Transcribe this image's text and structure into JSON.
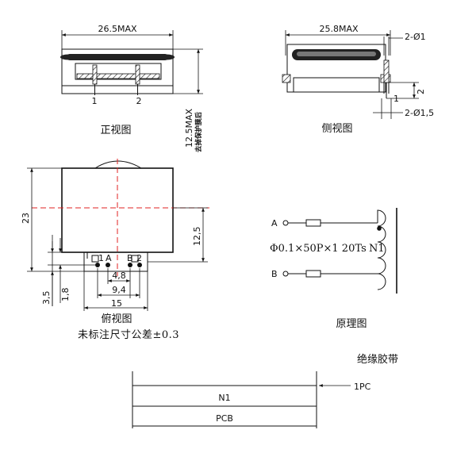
{
  "front_view": {
    "width_dim": "26.5MAX",
    "height_dim": "12.5MAX",
    "height_note": "去掉保护膜后",
    "pin1": "1",
    "pin2": "2",
    "caption": "正视图"
  },
  "side_view": {
    "width_dim": "25.8MAX",
    "pin_dia": "2-Ø1",
    "pad_dia": "2-Ø1,5",
    "pin_len": "2",
    "pin1": "1",
    "caption": "侧视图"
  },
  "top_view": {
    "height_dim": "23",
    "half_dim": "12,5",
    "dim_35": "3,5",
    "dim_18": "1,8",
    "dim_48": "4,8",
    "dim_94": "9,4",
    "dim_15": "15",
    "pin_a": "A",
    "pin_1": "1",
    "pin_b": "B",
    "pin_2": "2",
    "caption": "俯视图",
    "tolerance": "未标注尺寸公差±0.3"
  },
  "schematic": {
    "terminal_a": "A",
    "terminal_b": "B",
    "winding_spec": "Φ0.1×50P×1  20Ts",
    "winding_name": "N1",
    "caption": "原理图"
  },
  "layer_stack": {
    "tape_label": "绝缘胶带",
    "layer_n1": "N1",
    "layer_pcb": "PCB",
    "callout": "1PC"
  }
}
